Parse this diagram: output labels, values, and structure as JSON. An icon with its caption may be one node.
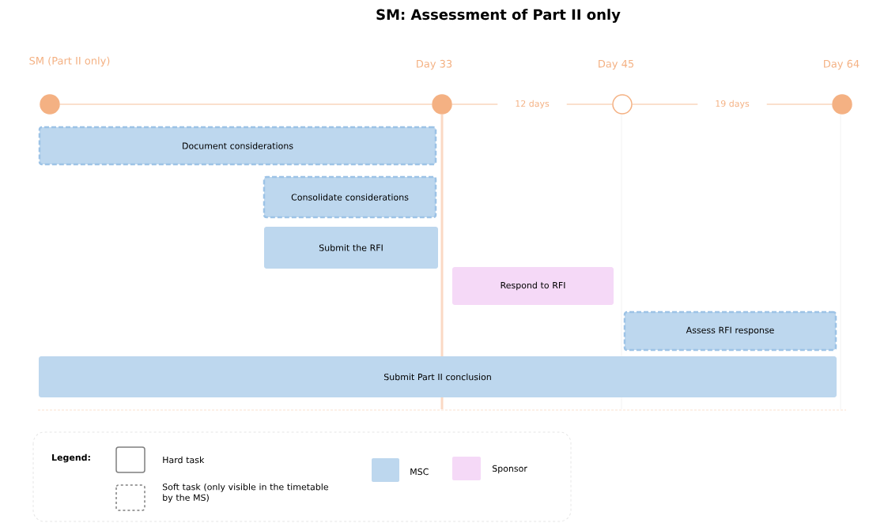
{
  "diagram": {
    "title": "SM: Assessment of Part II only",
    "nodes": [
      {
        "text": [],
        "shape": "circle",
        "beside": [
          "SM (Part II only)"
        ]
      },
      {
        "text": [],
        "shape": "circle",
        "beside": [
          "Day 33"
        ]
      },
      {
        "text": [],
        "shape": "circle",
        "beside": [
          "Day 45"
        ]
      },
      {
        "text": [],
        "shape": "circle",
        "beside": [
          "Day 64"
        ]
      },
      {
        "text": [
          "Document considerations"
        ]
      },
      {
        "text": [
          "Consolidate considerations"
        ]
      },
      {
        "text": [
          "Submit the RFI"
        ]
      },
      {
        "text": [
          "Respond to RFI"
        ]
      },
      {
        "text": [
          "Assess RFI response"
        ]
      },
      {
        "text": [
          "Submit Part II conclusion"
        ]
      }
    ],
    "edges": [
      {
        "from": 0,
        "to": 1,
        "arrow": "none"
      },
      {
        "from": 1,
        "to": 2,
        "arrow": "none",
        "label": "12 days"
      },
      {
        "from": 2,
        "to": 3,
        "arrow": "none",
        "label": "19 days"
      }
    ],
    "labels": [
      "Legend:"
    ],
    "legend": [
      {
        "text": "Hard task"
      },
      {
        "text": "Soft task (only visible in the timetable by the MS)"
      },
      {
        "text": "MSC",
        "color": "#bdd7ee"
      },
      {
        "text": "Sponsor",
        "color": "#f5d9f7"
      }
    ]
  }
}
